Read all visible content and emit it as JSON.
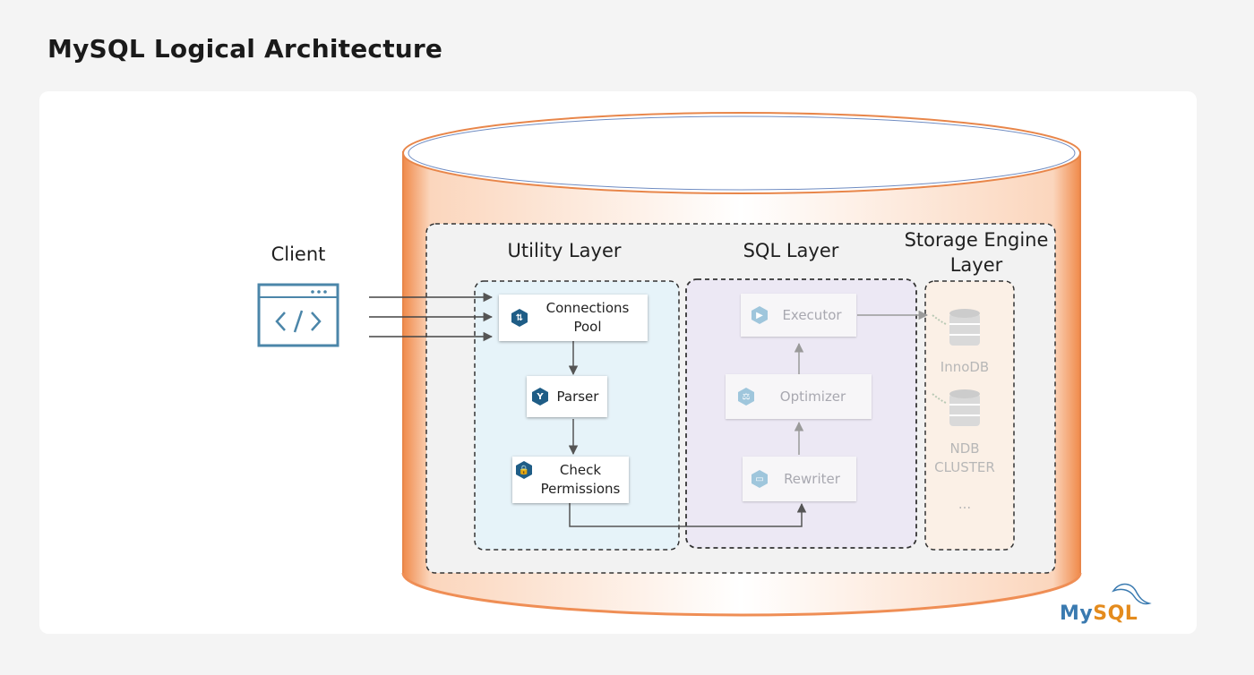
{
  "title": "MySQL Logical Architecture",
  "client": {
    "label": "Client"
  },
  "layers": {
    "utility": "Utility Layer",
    "sql": "SQL Layer",
    "storage_line1": "Storage Engine",
    "storage_line2": "Layer"
  },
  "utility_nodes": {
    "connections_pool_1": "Connections",
    "connections_pool_2": "Pool",
    "parser": "Parser",
    "check_permissions_1": "Check",
    "check_permissions_2": "Permissions"
  },
  "sql_nodes": {
    "executor": "Executor",
    "optimizer": "Optimizer",
    "rewriter": "Rewriter"
  },
  "storage_engines": {
    "innodb": "InnoDB",
    "ndb_1": "NDB",
    "ndb_2": "CLUSTER",
    "more": "..."
  },
  "logo": {
    "my": "My",
    "sql": "SQL"
  },
  "colors": {
    "cylinder_orange": "#f0a06a",
    "utility_fill": "#e8f4fa",
    "sql_fill": "#efeaf6",
    "storage_fill": "#fcf2e8",
    "node_icon": "#1f5d86"
  }
}
